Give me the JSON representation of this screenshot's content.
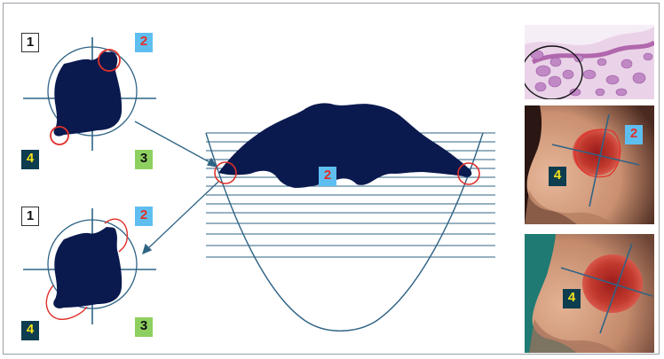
{
  "diagram": {
    "quadrant_labels": [
      "1",
      "2",
      "3",
      "4"
    ],
    "colors": {
      "tissue": "#0a1a4f",
      "guide_lines": "#2f6385",
      "margin_circles": "#e0302a",
      "label_1_bg": "#ffffff",
      "label_2_bg": "#5fbef0",
      "label_3_bg": "#8ed060",
      "label_4_bg": "#0d3d4f",
      "label_4_text": "#f2e21c",
      "label_2_text": "#e0302a"
    },
    "panels": {
      "histology": "histology-photo",
      "clinical_top": "nose-defect-photo-with-quadrant-2",
      "clinical_bottom": "nose-defect-photo-with-quadrant-4"
    }
  }
}
